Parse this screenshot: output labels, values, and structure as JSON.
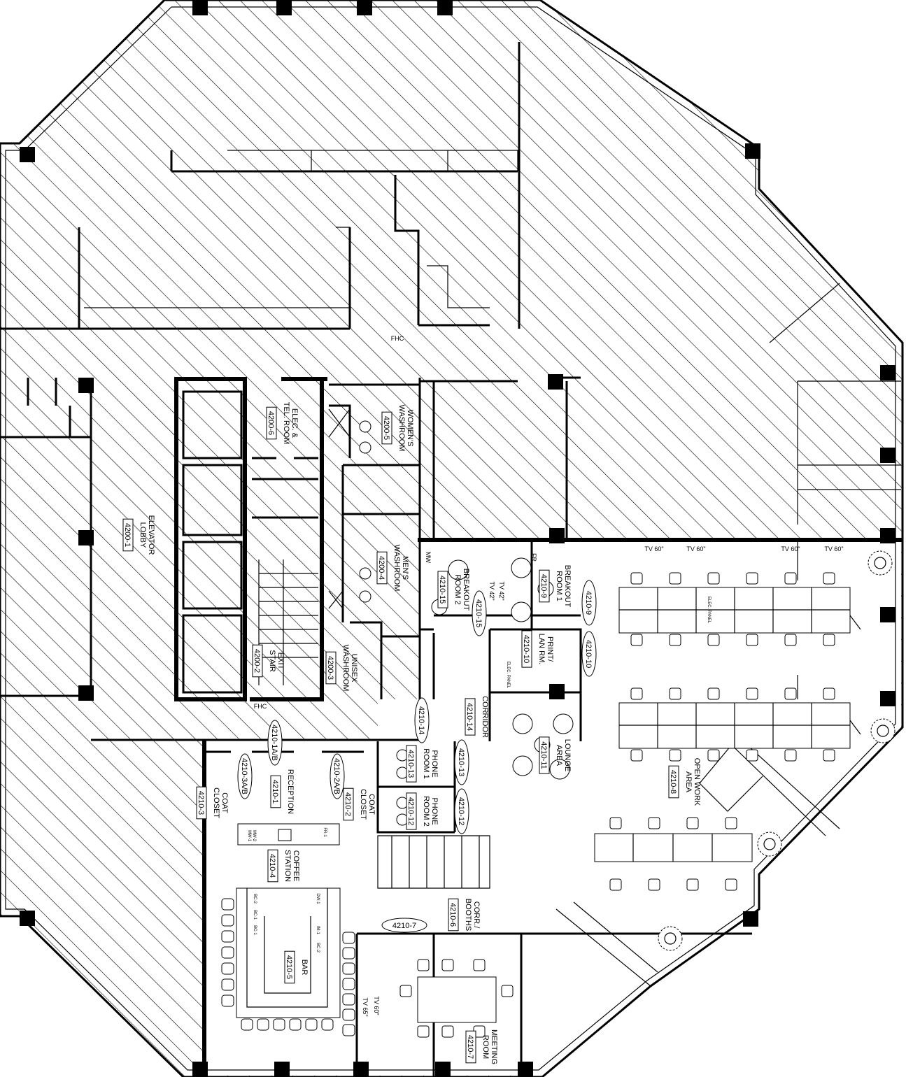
{
  "colors": {
    "line": "#000000",
    "background": "#ffffff",
    "hatch": "#000000"
  },
  "rooms": [
    {
      "name": [
        "ELEVATOR",
        "LOBBY"
      ],
      "number": "4200-1"
    },
    {
      "name": [
        "ELEC. &",
        "TEL. ROOM"
      ],
      "number": "4200-6"
    },
    {
      "name": [
        "WOMEN'S",
        "WASHROOM"
      ],
      "number": "4200-5"
    },
    {
      "name": [
        "MEN'S",
        "WASHROOM"
      ],
      "number": "4200-4"
    },
    {
      "name": [
        "EXIT",
        "STAIR"
      ],
      "number": "4200-2"
    },
    {
      "name": [
        "UNISEX",
        "WASHROOM"
      ],
      "number": "4200-3"
    },
    {
      "name": [
        "BREAKOUT",
        "ROOM 2"
      ],
      "number": "4210-15"
    },
    {
      "name": [
        "BREAKOUT",
        "ROOM 1"
      ],
      "number": "4210-9"
    },
    {
      "name": [
        "PRINT/",
        "LAN RM."
      ],
      "number": "4210-10"
    },
    {
      "name": [
        "CORRIDOR"
      ],
      "number": "4210-14"
    },
    {
      "name": [
        "LOUNGE",
        "AREA"
      ],
      "number": "4210-11"
    },
    {
      "name": [
        "PHONE",
        "ROOM 1"
      ],
      "number": "4210-13"
    },
    {
      "name": [
        "PHONE",
        "ROOM 2"
      ],
      "number": "4210-12"
    },
    {
      "name": [
        "OPEN WORK",
        "AREA"
      ],
      "number": "4210-8"
    },
    {
      "name": [
        "RECEPTION"
      ],
      "number": "4210-1"
    },
    {
      "name": [
        "COAT",
        "CLOSET"
      ],
      "number": "4210-3"
    },
    {
      "name": [
        "COAT",
        "CLOSET"
      ],
      "number": "4210-2"
    },
    {
      "name": [
        "COFFEE",
        "STATION"
      ],
      "number": "4210-4"
    },
    {
      "name": [
        "BAR"
      ],
      "number": "4210-5"
    },
    {
      "name": [
        "CORR./",
        "BOOTHS"
      ],
      "number": "4210-6"
    },
    {
      "name": [
        "MEETING",
        "ROOM"
      ],
      "number": "4210-7"
    }
  ],
  "door_tags": [
    "4210-9",
    "4210-10",
    "4210-15",
    "4210-14",
    "4210-13",
    "4210-12",
    "4210-1A/B",
    "4210-3A/B",
    "4210-2A/B",
    "4210-7"
  ],
  "annotations": [
    "FHC",
    "FHC",
    "TV 60\"",
    "TV 60\"",
    "TV 60\"",
    "TV 60\"",
    "TV 42\"",
    "TV 42\"",
    "FR",
    "MW",
    "ELEC. PANEL",
    "ELEC. PANEL",
    "TV 65\"",
    "TV 60\""
  ],
  "equipment_labels": [
    "MW-1",
    "MW-2",
    "FR-1",
    "BC-2",
    "BC-1",
    "BC-1",
    "DW-1",
    "IM-1",
    "BC-2"
  ]
}
